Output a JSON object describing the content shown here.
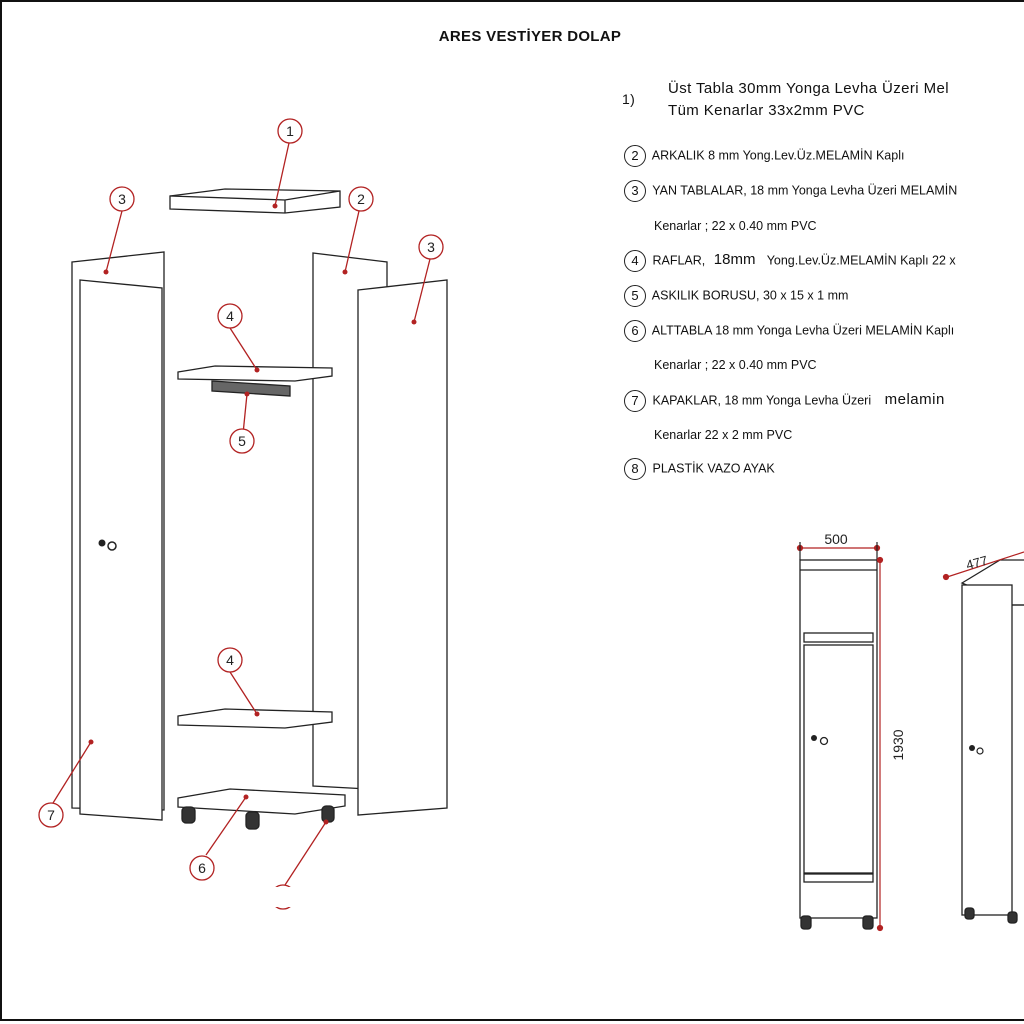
{
  "title": "ARES VESTİYER DOLAP",
  "specs": {
    "s1_num": "1)",
    "s1_line1": "Üst Tabla 30mm Yonga Levha Üzeri Mel",
    "s1_line2": "Tüm Kenarlar 33x2mm PVC",
    "s2_num": "2",
    "s2_text": "ARKALIK 8 mm Yong.Lev.Üz.MELAMİN Kaplı",
    "s3_num": "3",
    "s3_text": "YAN TABLALAR, 18 mm  Yonga Levha Üzeri MELAMİN",
    "s3_edge": "Kenarlar ; 22 x 0.40 mm PVC",
    "s4_num": "4",
    "s4_a": "RAFLAR,",
    "s4_b": "18mm",
    "s4_c": "Yong.Lev.Üz.MELAMİN Kaplı 22 x",
    "s5_num": "5",
    "s5_text": "ASKILIK BORUSU,  30 x 15 x 1 mm",
    "s6_num": "6",
    "s6_text": "ALTTABLA 18 mm  Yonga Levha Üzeri MELAMİN Kaplı",
    "s6_edge": "Kenarlar ; 22 x 0.40 mm PVC",
    "s7_num": "7",
    "s7_a": "KAPAKLAR, 18 mm  Yonga Levha Üzeri",
    "s7_b": "melamin",
    "s7_edge": "Kenarlar   22 x 2 mm PVC",
    "s8_num": "8",
    "s8_text": "PLASTİK VAZO AYAK"
  },
  "callouts": {
    "c1": "1",
    "c2": "2",
    "c3a": "3",
    "c3b": "3",
    "c4a": "4",
    "c4b": "4",
    "c5": "5",
    "c6": "6",
    "c7": "7"
  },
  "dimensions": {
    "width": "500",
    "height": "1930",
    "depth": "477"
  },
  "colors": {
    "ink": "#222222",
    "leader": "#b22222"
  }
}
